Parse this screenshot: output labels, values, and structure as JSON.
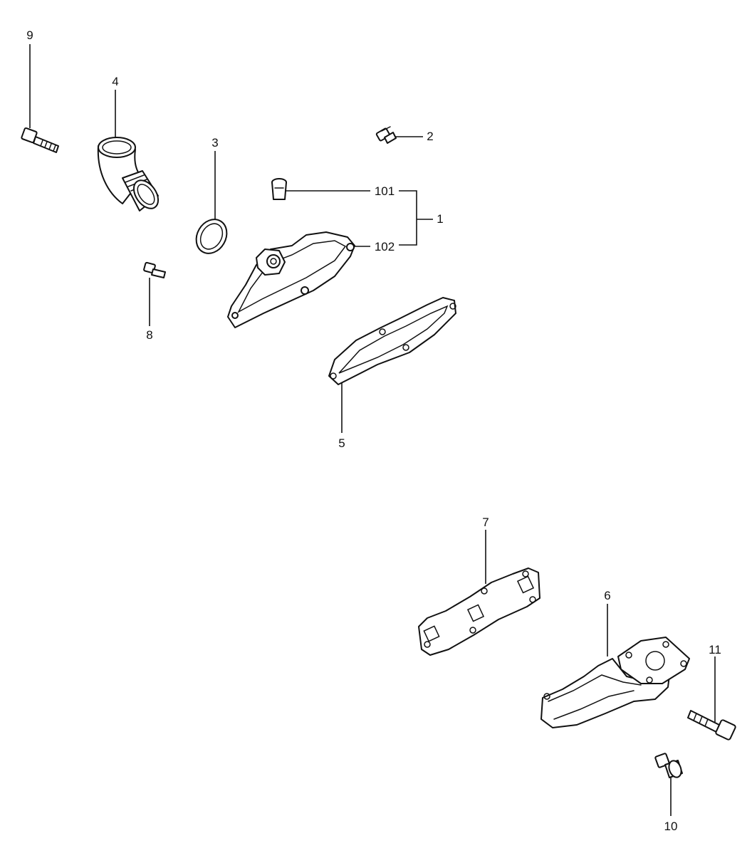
{
  "callouts": {
    "c1": "1",
    "c2": "2",
    "c3": "3",
    "c4": "4",
    "c5": "5",
    "c6": "6",
    "c7": "7",
    "c8": "8",
    "c9": "9",
    "c10": "10",
    "c11": "11",
    "c101": "101",
    "c102": "102"
  }
}
